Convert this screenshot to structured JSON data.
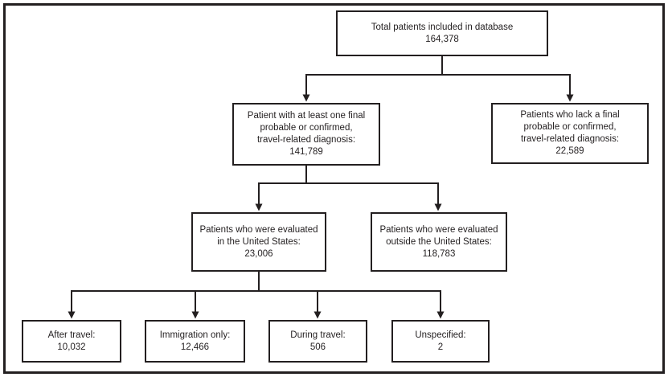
{
  "diagram": {
    "type": "flowchart",
    "ink_color": "#231f20",
    "background_color": "#ffffff",
    "nodes": {
      "total_patients": {
        "label": "Total patients included in database",
        "value": "164,378",
        "lines": [
          "Total patients included in database",
          "164,378"
        ]
      },
      "final_diagnosis": {
        "label": "Patient with at least one final probable or confirmed, travel-related diagnosis:",
        "value": "141,789",
        "lines": [
          "Patient with at least one final",
          "probable or confirmed,",
          "travel-related diagnosis:",
          "141,789"
        ]
      },
      "lack_final_diagnosis": {
        "label": "Patients who lack a final probable or confirmed, travel-related diagnosis:",
        "value": "22,589",
        "lines": [
          "Patients who lack a final",
          "probable or confirmed,",
          "travel-related diagnosis:",
          "22,589"
        ]
      },
      "evaluated_us": {
        "label": "Patients who were evaluated in the United States:",
        "value": "23,006",
        "lines": [
          "Patients who were evaluated",
          "in the United States:",
          "23,006"
        ]
      },
      "evaluated_outside_us": {
        "label": "Patients who were evaluated outside the United States:",
        "value": "118,783",
        "lines": [
          "Patients who were evaluated",
          "outside the United States:",
          "118,783"
        ]
      },
      "after_travel": {
        "label": "After travel:",
        "value": "10,032",
        "lines": [
          "After travel:",
          "10,032"
        ]
      },
      "immigration_only": {
        "label": "Immigration only:",
        "value": "12,466",
        "lines": [
          "Immigration only:",
          "12,466"
        ]
      },
      "during_travel": {
        "label": "During travel:",
        "value": "506",
        "lines": [
          "During travel:",
          "506"
        ]
      },
      "unspecified": {
        "label": "Unspecified:",
        "value": "2",
        "lines": [
          "Unspecified:",
          "2"
        ]
      }
    },
    "edges": [
      {
        "from": "total_patients",
        "to": "final_diagnosis"
      },
      {
        "from": "total_patients",
        "to": "lack_final_diagnosis"
      },
      {
        "from": "final_diagnosis",
        "to": "evaluated_us"
      },
      {
        "from": "final_diagnosis",
        "to": "evaluated_outside_us"
      },
      {
        "from": "evaluated_us",
        "to": "after_travel"
      },
      {
        "from": "evaluated_us",
        "to": "immigration_only"
      },
      {
        "from": "evaluated_us",
        "to": "during_travel"
      },
      {
        "from": "evaluated_us",
        "to": "unspecified"
      }
    ]
  }
}
